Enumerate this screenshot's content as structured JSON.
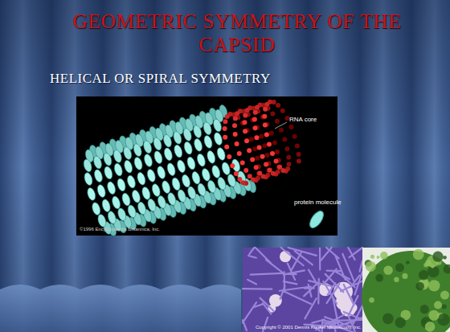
{
  "diagram": {
    "title": "GEOMETRIC SYMMETRY OF THE CAPSID",
    "labels": [
      "HELICAL OR SPIRAL SYMMETRY",
      "RNA core",
      "protein molecule",
      "©1996 Encyclopaedia Britannica, Inc.",
      "Copyright © 2001 Dennis Kunkel Microscopy, Inc."
    ]
  }
}
